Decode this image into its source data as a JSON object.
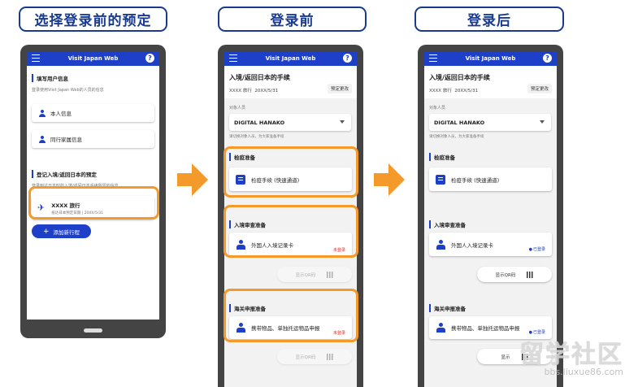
{
  "panels": [
    {
      "title": "选择登录前的预定"
    },
    {
      "title": "登录前"
    },
    {
      "title": "登录后"
    }
  ],
  "app": {
    "name": "Visit Japan Web",
    "help_label": "?"
  },
  "screen1": {
    "user_section": "填写用户信息",
    "user_desc": "登录使用Visit Japan Web的人员的信息",
    "self_info": "本人信息",
    "family_info": "同行家属信息",
    "trip_section": "登记入境/返回日本的预定",
    "trip_desc": "登录到达日本时的入境/返回日本手续所需的信息",
    "trip_name": "XXXX 旅行",
    "trip_date_label": "抵达日本预定日期",
    "trip_date": "20XX/5/31",
    "add_trip": "添加新行程"
  },
  "screen2": {
    "title": "入境/返回日本的手续",
    "trip": "XXXX 旅行",
    "date": "20XX/5/31",
    "change_button": "预定更改",
    "target_label": "对象人员",
    "target_value": "DIGITAL HANAKO",
    "target_hint": "请切换对象人员，为大家准备手续",
    "quarantine_section": "检疫准备",
    "quarantine_card": "检疫手续 (快速通道)",
    "immigration_section": "入境审查准备",
    "immigration_card": "外国人入境记录卡",
    "immigration_status": "未登录",
    "show_qr": "显示QR码",
    "customs_section": "海关申报准备",
    "customs_card": "携带物品、单独托运物品申报",
    "customs_status": "未登录",
    "show_qr2": "显示QR码"
  },
  "screen3": {
    "title": "入境/返回日本的手续",
    "trip": "XXXX 旅行",
    "date": "20XX/5/31",
    "change_button": "预定更改",
    "target_label": "对象人员",
    "target_value": "DIGITAL HANAKO",
    "target_hint": "请切换对象人员，为大家准备手续",
    "quarantine_section": "检疫准备",
    "quarantine_card": "检疫手续 (快速通道)",
    "immigration_section": "入境审查准备",
    "immigration_card": "外国人入境记录卡",
    "immigration_status": "已登录",
    "show_qr": "显示QR码",
    "customs_section": "海关申报准备",
    "customs_card": "携带物品、单独托运物品申报",
    "customs_status": "已登录",
    "show_qr2": "显示"
  },
  "watermark": {
    "text": "留学社区",
    "url": "bbs.liuxue86.com"
  },
  "colors": {
    "brand": "#1e40c8",
    "highlight": "#f39a2a",
    "title_border": "#1a3a8f",
    "error": "#e03030"
  }
}
